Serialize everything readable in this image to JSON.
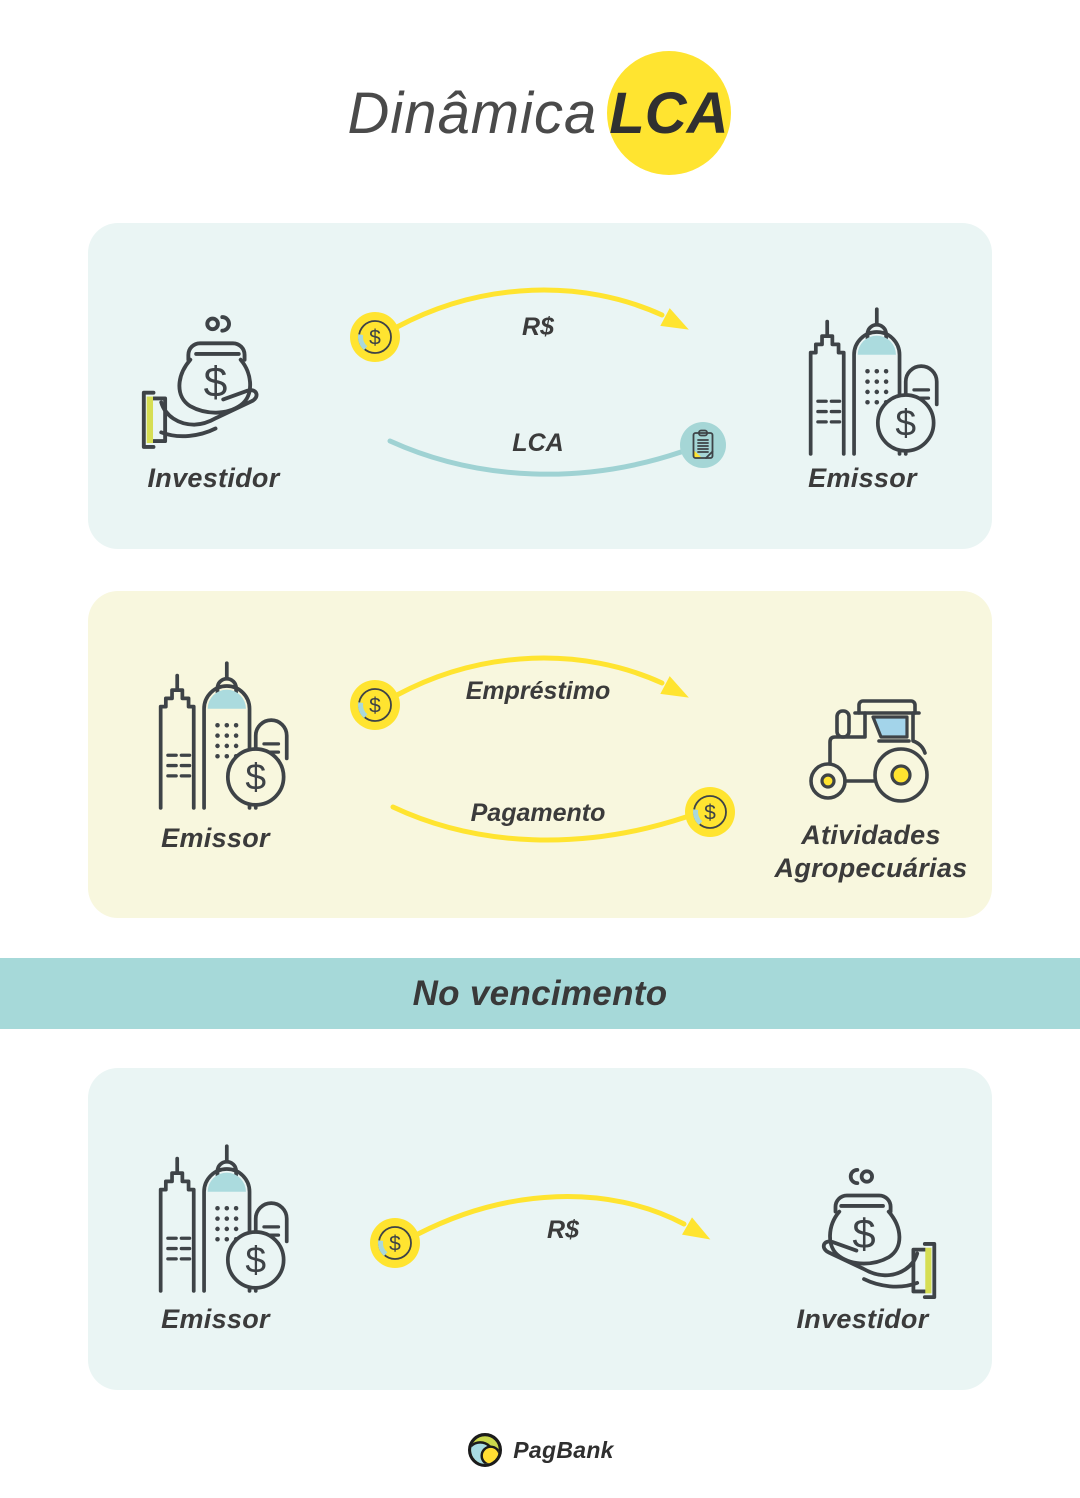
{
  "title": {
    "prefix": "Dinâmica",
    "highlight": "LCA"
  },
  "banner": {
    "text": "No vencimento"
  },
  "footer": {
    "brand": "PagBank"
  },
  "colors": {
    "accent_yellow": "#FFE430",
    "teal_line": "#9FD2D3",
    "teal_banner": "#A6D9D9",
    "panel_cool_bg": "#EAF5F4",
    "panel_warm_bg": "#F8F7DE",
    "ink": "#3E4347",
    "lime_accent": "#D6DE53",
    "teal_accent": "#ABDBDE"
  },
  "panels": [
    {
      "name": "aplicacao",
      "left_entity": {
        "label": "Investidor",
        "icon": "hand-holding-money-bag-icon"
      },
      "right_entity": {
        "label": "Emissor",
        "icon": "city-buildings-icon"
      },
      "flows": [
        {
          "label": "R$",
          "direction": "left-to-right",
          "color": "#FFE430",
          "start_marker": "coin-icon",
          "end_marker": "arrowhead"
        },
        {
          "label": "LCA",
          "direction": "right-to-left",
          "color": "#9FD2D3",
          "end_marker": "document-icon"
        }
      ]
    },
    {
      "name": "emprestimo",
      "left_entity": {
        "label": "Emissor",
        "icon": "city-buildings-icon"
      },
      "right_entity": {
        "label": "Atividades Agropecuárias",
        "icon": "tractor-icon"
      },
      "flows": [
        {
          "label": "Empréstimo",
          "direction": "left-to-right",
          "color": "#FFE430",
          "start_marker": "coin-icon",
          "end_marker": "arrowhead"
        },
        {
          "label": "Pagamento",
          "direction": "right-to-left",
          "color": "#FFE430",
          "end_marker": "coin-icon"
        }
      ]
    },
    {
      "name": "no-vencimento",
      "left_entity": {
        "label": "Emissor",
        "icon": "city-buildings-icon"
      },
      "right_entity": {
        "label": "Investidor",
        "icon": "hand-holding-money-bag-icon"
      },
      "flows": [
        {
          "label": "R$",
          "direction": "left-to-right",
          "color": "#FFE430",
          "start_marker": "coin-icon",
          "end_marker": "arrowhead"
        }
      ]
    }
  ]
}
